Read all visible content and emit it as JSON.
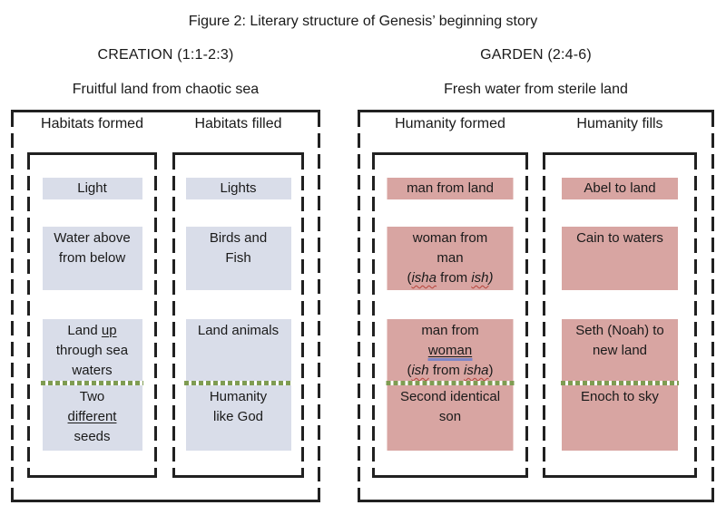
{
  "figure": {
    "title": "Figure 2: Literary structure of Genesis’ beginning story",
    "colors": {
      "border_black": "#212121",
      "creation_box_fill": "#d9dde9",
      "garden_box_fill": "#d8a5a2",
      "divider_green": "#7f9c52",
      "divider_gap": "#ffffff",
      "woman_underline_blue": "#7d85c6",
      "squiggle_red": "#b8433a"
    },
    "panels": [
      {
        "id": "creation",
        "header": "CREATION (1:1-2:3)",
        "subtitle": "Fruitful land from chaotic sea",
        "box_fill": "#d9dde9",
        "columns": [
          {
            "header": "Habitats formed",
            "cells": [
              {
                "lines": [
                  [
                    {
                      "t": "Light"
                    }
                  ]
                ]
              },
              {
                "lines": [
                  [
                    {
                      "t": "Water above"
                    }
                  ],
                  [
                    {
                      "t": "from below"
                    }
                  ]
                ]
              },
              {
                "top_lines": [
                  [
                    {
                      "t": "Land "
                    },
                    {
                      "t": "up",
                      "u": true
                    }
                  ],
                  [
                    {
                      "t": "through sea"
                    }
                  ],
                  [
                    {
                      "t": "waters"
                    }
                  ]
                ],
                "bottom_lines": [
                  [
                    {
                      "t": "Two"
                    }
                  ],
                  [
                    {
                      "t": "different",
                      "u": true
                    }
                  ],
                  [
                    {
                      "t": "seeds"
                    }
                  ]
                ]
              }
            ]
          },
          {
            "header": "Habitats filled",
            "cells": [
              {
                "lines": [
                  [
                    {
                      "t": "Lights"
                    }
                  ]
                ]
              },
              {
                "lines": [
                  [
                    {
                      "t": "Birds and"
                    }
                  ],
                  [
                    {
                      "t": "Fish"
                    }
                  ]
                ]
              },
              {
                "top_lines": [
                  [
                    {
                      "t": "Land animals"
                    }
                  ]
                ],
                "bottom_lines": [
                  [
                    {
                      "t": "Humanity"
                    }
                  ],
                  [
                    {
                      "t": "like God"
                    }
                  ]
                ]
              }
            ]
          }
        ]
      },
      {
        "id": "garden",
        "header": "GARDEN (2:4-6)",
        "subtitle": "Fresh water from sterile land",
        "box_fill": "#d8a5a2",
        "columns": [
          {
            "header": "Humanity formed",
            "cells": [
              {
                "lines": [
                  [
                    {
                      "t": "man from land"
                    }
                  ]
                ]
              },
              {
                "lines": [
                  [
                    {
                      "t": "woman from"
                    }
                  ],
                  [
                    {
                      "t": "man"
                    }
                  ],
                  [
                    {
                      "t": "("
                    },
                    {
                      "t": "isha",
                      "i": true,
                      "w": true
                    },
                    {
                      "t": " from "
                    },
                    {
                      "t": "ish",
                      "i": true,
                      "w": true
                    },
                    {
                      "t": ")",
                      "i": true
                    }
                  ]
                ]
              },
              {
                "top_lines": [
                  [
                    {
                      "t": "man from"
                    }
                  ],
                  [
                    {
                      "t": "woman",
                      "u": true,
                      "b": true
                    }
                  ],
                  [
                    {
                      "t": "("
                    },
                    {
                      "t": "ish",
                      "i": true,
                      "w": true
                    },
                    {
                      "t": " from "
                    },
                    {
                      "t": "isha",
                      "i": true,
                      "w": true
                    },
                    {
                      "t": ")"
                    }
                  ]
                ],
                "bottom_lines": [
                  [
                    {
                      "t": "Second identical"
                    }
                  ],
                  [
                    {
                      "t": "son"
                    }
                  ]
                ]
              }
            ]
          },
          {
            "header": "Humanity fills",
            "cells": [
              {
                "lines": [
                  [
                    {
                      "t": "Abel to land"
                    }
                  ]
                ]
              },
              {
                "lines": [
                  [
                    {
                      "t": "Cain to waters"
                    }
                  ]
                ]
              },
              {
                "top_lines": [
                  [
                    {
                      "t": "Seth (Noah) to"
                    }
                  ],
                  [
                    {
                      "t": "new land"
                    }
                  ]
                ],
                "bottom_lines": [
                  [
                    {
                      "t": "Enoch to sky"
                    }
                  ]
                ]
              }
            ]
          }
        ]
      }
    ]
  }
}
